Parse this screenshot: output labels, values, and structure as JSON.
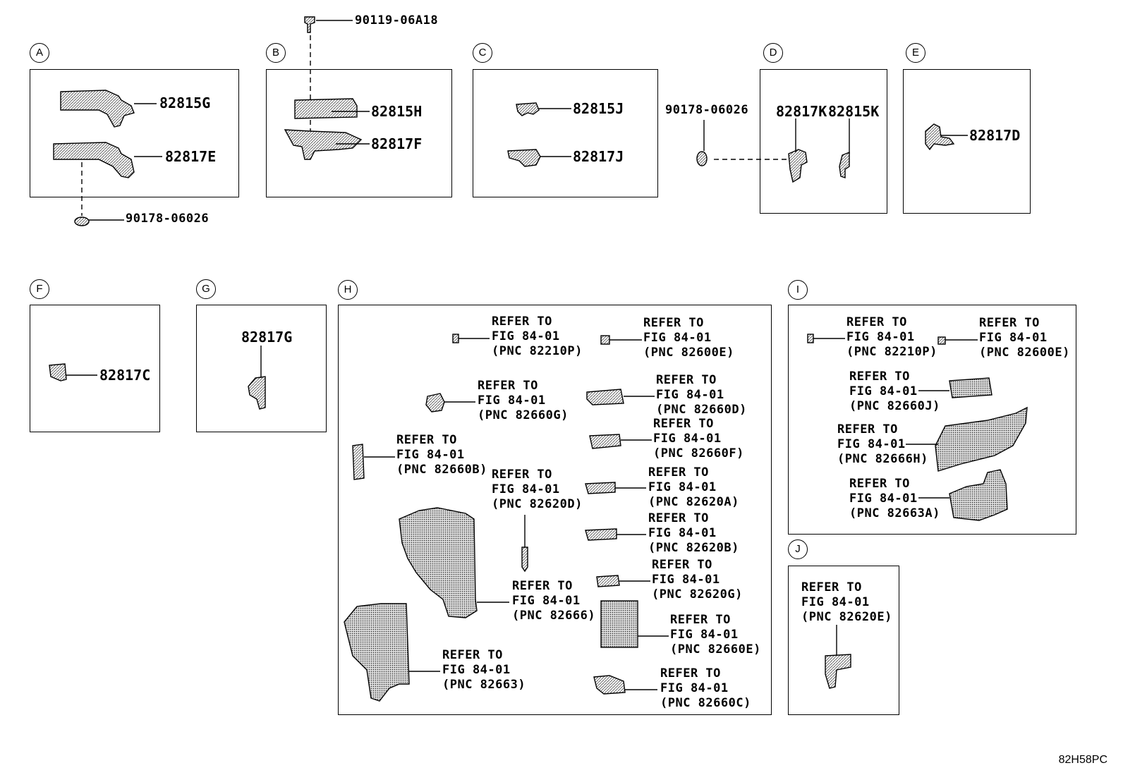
{
  "diagram_code": "82H58PC",
  "sections": {
    "A": {
      "label": "A"
    },
    "B": {
      "label": "B"
    },
    "C": {
      "label": "C"
    },
    "D": {
      "label": "D"
    },
    "E": {
      "label": "E"
    },
    "F": {
      "label": "F"
    },
    "G": {
      "label": "G"
    },
    "H": {
      "label": "H"
    },
    "I": {
      "label": "I"
    },
    "J": {
      "label": "J"
    }
  },
  "parts": {
    "p82815G": "82815G",
    "p82817E": "82817E",
    "p90178_a": "90178-06026",
    "p90119": "90119-06A18",
    "p82815H": "82815H",
    "p82817F": "82817F",
    "p82815J": "82815J",
    "p82817J": "82817J",
    "p90178_d": "90178-06026",
    "p82817K": "82817K",
    "p82815K": "82815K",
    "p82817D": "82817D",
    "p82817C": "82817C",
    "p82817G": "82817G"
  },
  "refs": {
    "h_82210P": "REFER TO\nFIG 84-01\n(PNC 82210P)",
    "h_82600E": "REFER TO\nFIG 84-01\n(PNC 82600E)",
    "h_82660G": "REFER TO\nFIG 84-01\n(PNC 82660G)",
    "h_82660D": "REFER TO\nFIG 84-01\n(PNC 82660D)",
    "h_82660F": "REFER TO\nFIG 84-01\n(PNC 82660F)",
    "h_82660B": "REFER TO\nFIG 84-01\n(PNC 82660B)",
    "h_82620D": "REFER TO\nFIG 84-01\n(PNC 82620D)",
    "h_82620A": "REFER TO\nFIG 84-01\n(PNC 82620A)",
    "h_82620B": "REFER TO\nFIG 84-01\n(PNC 82620B)",
    "h_82620G": "REFER TO\nFIG 84-01\n(PNC 82620G)",
    "h_82666": "REFER TO\nFIG 84-01\n(PNC 82666)",
    "h_82660E": "REFER TO\nFIG 84-01\n(PNC 82660E)",
    "h_82663": "REFER TO\nFIG 84-01\n(PNC 82663)",
    "h_82660C": "REFER TO\nFIG 84-01\n(PNC 82660C)",
    "i_82210P": "REFER TO\nFIG 84-01\n(PNC 82210P)",
    "i_82600E": "REFER TO\nFIG 84-01\n(PNC 82600E)",
    "i_82660J": "REFER TO\nFIG 84-01\n(PNC 82660J)",
    "i_82666H": "REFER TO\nFIG 84-01\n(PNC 82666H)",
    "i_82663A": "REFER TO\nFIG 84-01\n(PNC 82663A)",
    "j_82620E": "REFER TO\nFIG 84-01\n(PNC 82620E)"
  }
}
